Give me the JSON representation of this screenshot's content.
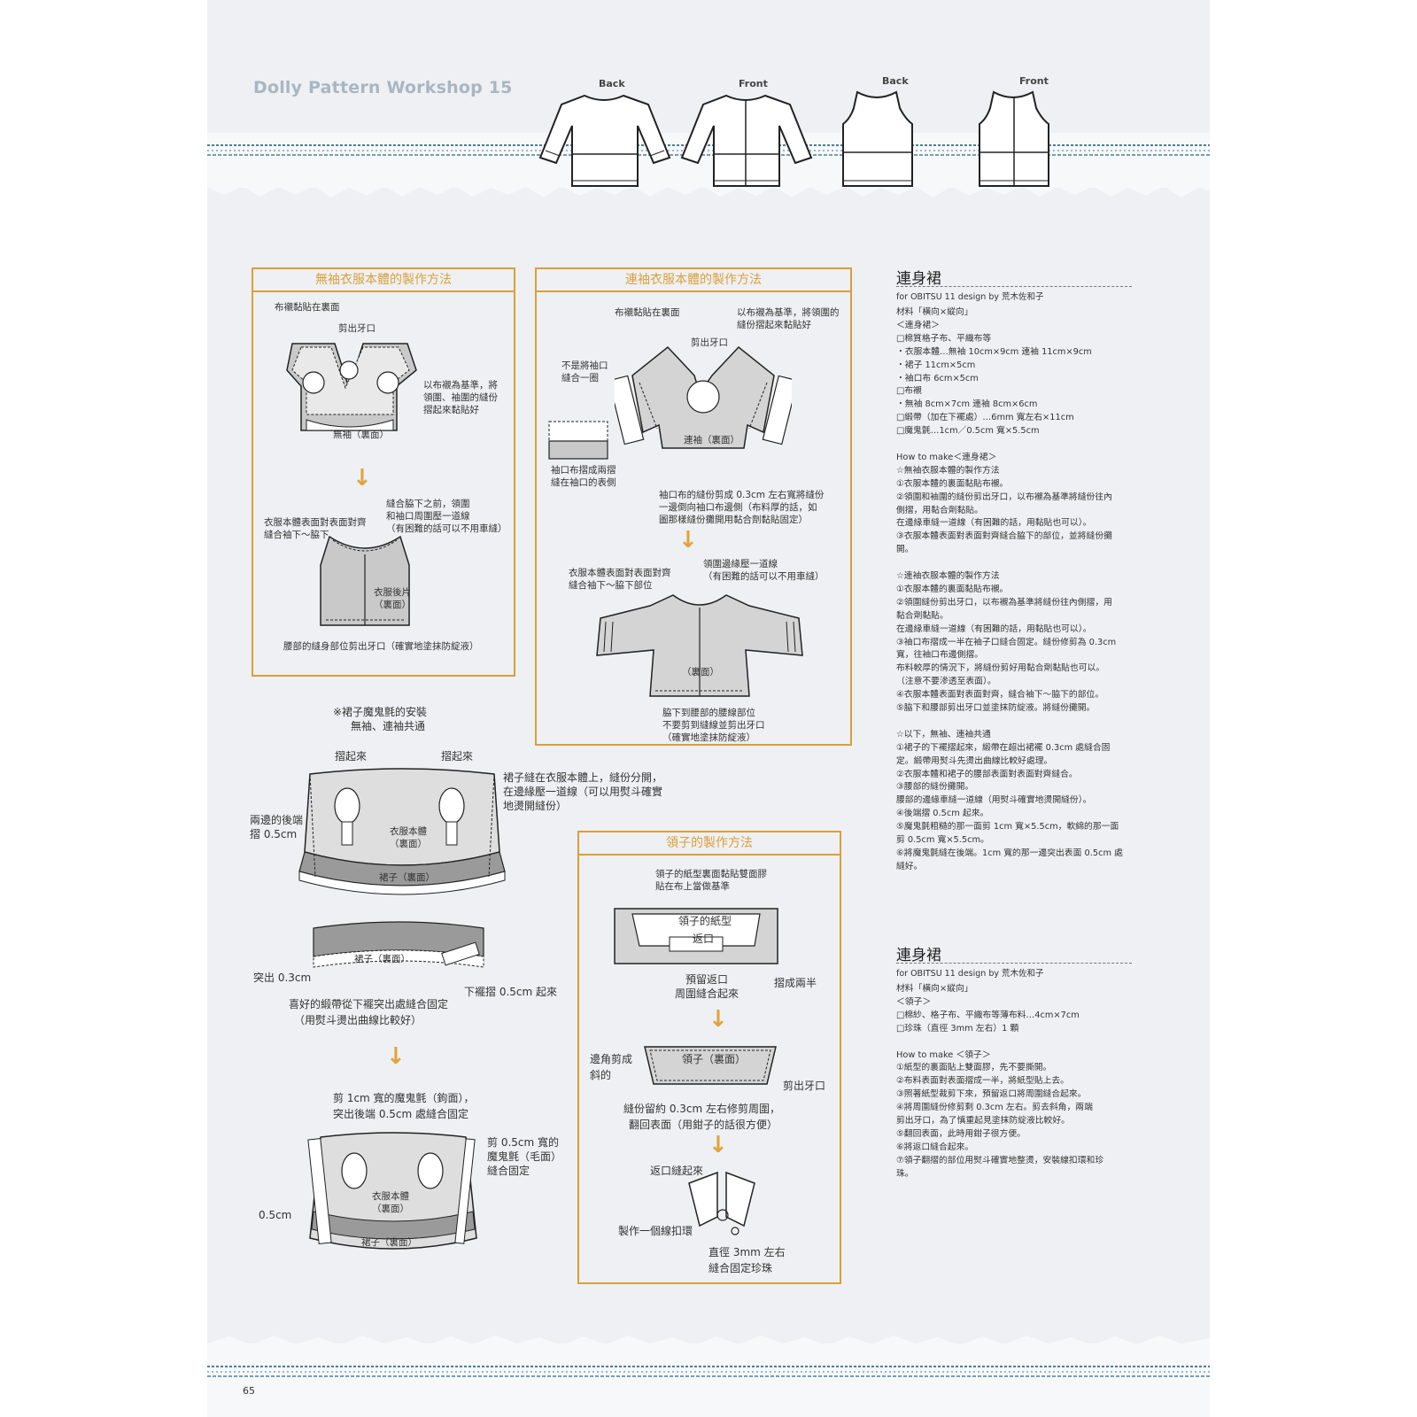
{
  "header": {
    "title": "Dolly Pattern Workshop 15",
    "views": [
      "Back",
      "Front",
      "Back",
      "Front"
    ]
  },
  "box1": {
    "title": "無袖衣服本體的製作方法",
    "l1": "布襯黏貼在裏面",
    "l2": "剪出牙口",
    "l3a": "以布襯為基準，將",
    "l3b": "領圍、袖圍的縫份",
    "l3c": "摺起來黏貼好",
    "l4": "無袖（裏面）",
    "l5a": "縫合脇下之前，領圍",
    "l5b": "和袖口周圍壓一道線",
    "l5c": "（有困難的話可以不用車縫）",
    "l6a": "衣服本體表面對表面對齊",
    "l6b": "縫合袖下～脇下",
    "l7a": "衣服後片",
    "l7b": "（裏面）",
    "l8": "腰部的縫身部位剪出牙口（確實地塗抹防綻液）"
  },
  "box2": {
    "title": "連袖衣服本體的製作方法",
    "l1": "布襯黏貼在裏面",
    "l2a": "以布襯為基準，將領圍的",
    "l2b": "縫份摺起來黏貼好",
    "l3": "剪出牙口",
    "l4a": "不是將袖口",
    "l4b": "縫合一圈",
    "l5": "連袖（裏面）",
    "l6a": "袖口布摺成兩摺",
    "l6b": "縫在袖口的表側",
    "l7a": "袖口布的縫份剪成 0.3cm 左右寬將縫份",
    "l7b": "一邊倒向袖口布邊側（布料厚的話，如",
    "l7c": "圖那樣縫份攤開用黏合劑黏貼固定）",
    "l8a": "衣服本體表面對表面對齊",
    "l8b": "縫合袖下～脇下部位",
    "l9a": "領圍邊緣壓一道線",
    "l9b": "（有困難的話可以不用車縫）",
    "l10": "（裏面）",
    "l11a": "脇下到腰部的腰線部位",
    "l11b": "不要剪到縫線並剪出牙口",
    "l11c": "（確實地塗抹防綻液）"
  },
  "skirt": {
    "note1": "※裙子魔鬼氈的安裝",
    "note2": "無袖、連袖共通",
    "fold1": "摺起來",
    "fold2": "摺起來",
    "sew1": "裙子縫在衣服本體上，縫份分開，",
    "sew2": "在邊緣壓一道線（可以用熨斗確實",
    "sew3": "地燙開縫份）",
    "back1": "兩邊的後端",
    "back2": "摺 0.5cm",
    "body1": "衣服本體",
    "body2": "（裏面）",
    "skirt_label": "裙子（裏面）",
    "skirt_label2": "裙子（裏面）",
    "protrude": "突出 0.3cm",
    "hem": "下襬摺 0.5cm 起來",
    "ribbon1": "喜好的緞帶從下襬突出處縫合固定",
    "ribbon2": "（用熨斗燙出曲線比較好）",
    "velcro1": "剪 1cm 寬的魔鬼氈（鉤面），",
    "velcro2": "突出後端 0.5cm 處縫合固定",
    "velcro3": "剪 0.5cm 寬的",
    "velcro4": "魔鬼氈（毛面）",
    "velcro5": "縫合固定",
    "w05": "0.5cm",
    "body3": "衣服本體",
    "body4": "（裏面）",
    "skirt_label3": "裙子（裏面）"
  },
  "box3": {
    "title": "領子的製作方法",
    "l1a": "領子的紙型裏面黏貼雙面膠",
    "l1b": "貼在布上當做基準",
    "l2": "領子的紙型",
    "l3": "返口",
    "l4a": "預留返口",
    "l4b": "周圍縫合起來",
    "l5": "摺成兩半",
    "l6a": "邊角剪成",
    "l6b": "斜的",
    "l7": "領子（裏面）",
    "l8": "剪出牙口",
    "l9a": "縫份留約 0.3cm 左右修剪周圍，",
    "l9b": "翻回表面（用鉗子的話很方便）",
    "l10": "返口縫起來",
    "l11": "製作一個線扣環",
    "l12a": "直徑 3mm 左右",
    "l12b": "縫合固定珍珠"
  },
  "right1": {
    "title": "連身裙",
    "sub": "for OBITSU 11  design by 荒木佐和子",
    "lines": [
      "材料「橫向×縱向」",
      "＜連身裙＞",
      "□棉質格子布、平織布等",
      "・衣服本體…無袖 10cm×9cm  連袖 11cm×9cm",
      "・裙子 11cm×5cm",
      "・袖口布 6cm×5cm",
      "□布襯",
      "・無袖 8cm×7cm  連袖 8cm×6cm",
      "□緞帶（加在下襬處）…6mm 寬左右×11cm",
      "□魔鬼氈…1cm／0.5cm 寬×5.5cm",
      "",
      "How to make＜連身裙＞",
      "☆無袖衣服本體的製作方法",
      "①衣服本體的裏面黏貼布襯。",
      "②領圍和袖圍的縫份剪出牙口，以布襯為基準將縫份往內",
      "   側摺，用黏合劑黏貼。",
      "   在邊緣車縫一道線（有困難的話，用黏貼也可以）。",
      "③衣服本體表面對表面對齊縫合脇下的部位，並將縫份攤",
      "   開。",
      "",
      "☆連袖衣服本體的製作方法",
      "①衣服本體的裏面黏貼布襯。",
      "②領圍縫份剪出牙口，以布襯為基準將縫份往內側摺，用",
      "   黏合劑黏貼。",
      "   在邊緣車縫一道線（有困難的話，用黏貼也可以）。",
      "③袖口布摺成一半在袖子口縫合固定。縫份修剪為 0.3cm",
      "   寬，往袖口布邊側摺。",
      "   布料較厚的情況下，將縫份剪好用黏合劑黏貼也可以。",
      "   （注意不要滲透至表面）。",
      "④衣服本體表面對表面對齊，縫合袖下～脇下的部位。",
      "⑤脇下和腰部剪出牙口並塗抹防綻液。將縫份攤開。",
      "",
      "☆以下，無袖、連袖共通",
      "①裙子的下襬摺起來，緞帶在超出裙襬 0.3cm 處縫合固",
      "   定。緞帶用熨斗先燙出曲線比較好處理。",
      "②衣服本體和裙子的腰部表面對表面對齊縫合。",
      "③腰部的縫份攤開。",
      "   腰部的邊緣車縫一道線（用熨斗確實地燙開縫份）。",
      "④後端摺 0.5cm 起來。",
      "⑤魔鬼氈粗糙的那一面剪 1cm 寬×5.5cm，軟綿的那一面",
      "   剪 0.5cm 寬×5.5cm。",
      "⑥將魔鬼氈縫在後端。1cm 寬的那一邊突出表面 0.5cm 處",
      "   縫好。"
    ]
  },
  "right2": {
    "title": "連身裙",
    "sub": "for OBITSU 11  design by 荒木佐和子",
    "lines": [
      "材料「橫向×縱向」",
      "＜領子＞",
      "□棉紗、格子布、平織布等薄布料…4cm×7cm",
      "□珍珠（直徑 3mm 左右）1 顆",
      "",
      "How to make ＜領子＞",
      "①紙型的裏面貼上雙面膠，先不要撕開。",
      "②布料表面對表面摺成一半，將紙型貼上去。",
      "③照著紙型裁剪下來，預留返口將周圍縫合起來。",
      "④將周圍縫份修剪剩 0.3cm 左右。剪去斜角，兩端",
      "   剪出牙口，為了慎重起見塗抹防綻液比較好。",
      "⑤翻回表面，此時用鉗子很方便。",
      "⑥將返口縫合起來。",
      "⑦領子翻摺的部位用熨斗確實地整燙，安裝線扣環和珍",
      "   珠。"
    ]
  },
  "page_number": "65",
  "colors": {
    "accent": "#d9a03a",
    "title_gray": "#a9b6c2",
    "fabric": "#eef0f3",
    "stitch": "#4b7f99"
  }
}
